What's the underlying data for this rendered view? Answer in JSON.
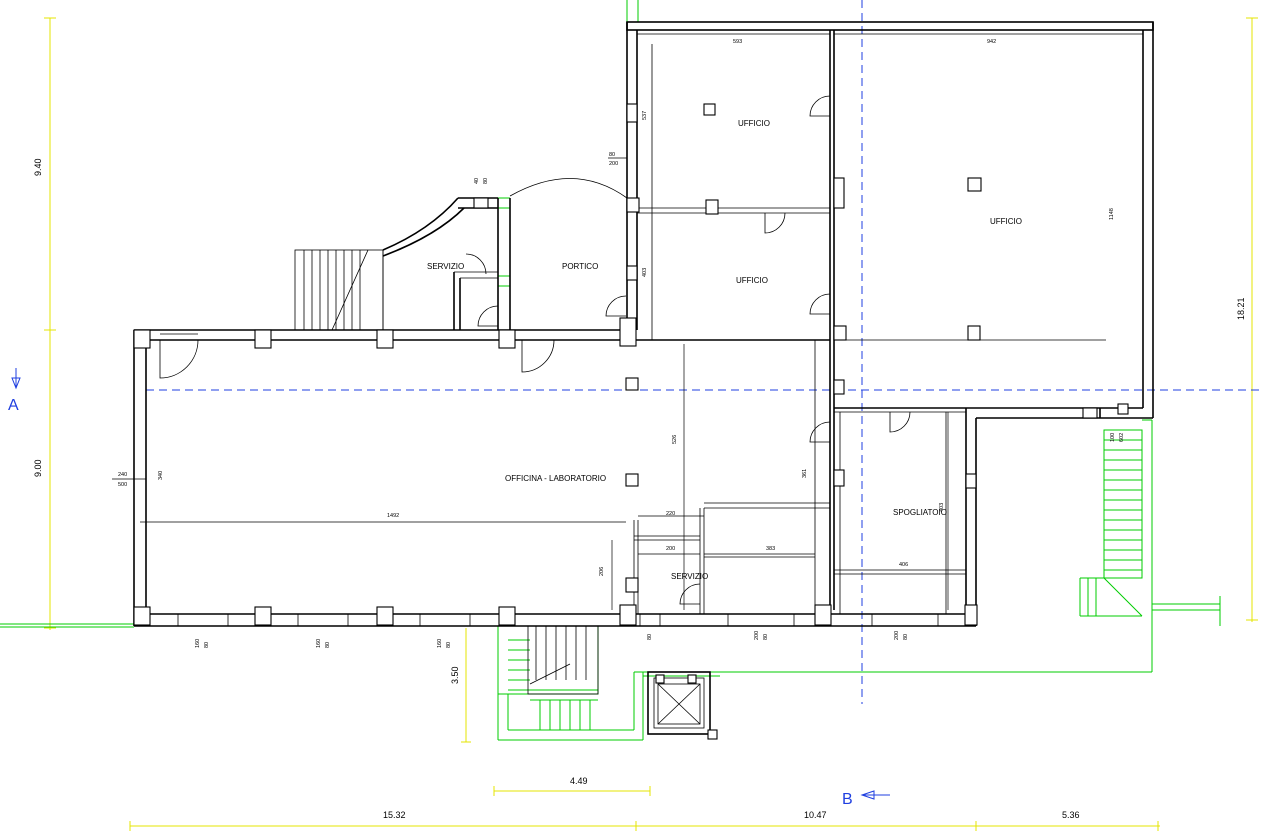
{
  "rooms": {
    "ufficio_1": "UFFICIO",
    "ufficio_2": "UFFICIO",
    "ufficio_3": "UFFICIO",
    "servizio_1": "SERVIZIO",
    "portico": "PORTICO",
    "officina": "OFFICINA - LABORATORIO",
    "servizio_2": "SERVIZIO",
    "spogliatoio": "SPOGLIATOIO"
  },
  "overall_dimensions": {
    "left_upper": "9.40",
    "left_lower": "9.00",
    "right": "18.21",
    "bottom_left": "15.32",
    "bottom_middle": "10.47",
    "bottom_right": "5.36",
    "ramp_width": "4.49",
    "ramp_height": "3.50"
  },
  "inner_dimensions": {
    "d593": "593",
    "d942": "942",
    "d537": "537",
    "d80": "80",
    "d200": "200",
    "d40": "40",
    "d80b": "80",
    "d403": "403",
    "d1148": "1148",
    "d240": "240",
    "d500": "500",
    "d340": "340",
    "d1492": "1492",
    "d220": "220",
    "d200b": "200",
    "d383": "383",
    "d206": "206",
    "d526": "526",
    "d361": "361",
    "d403b": "403",
    "d406": "406",
    "d100": "100",
    "d602": "602"
  },
  "window_labels": {
    "w1": "160",
    "w2": "80",
    "w3": "160",
    "w4": "80",
    "w5": "160",
    "w6": "80",
    "w7": "80",
    "w8": "200",
    "w9": "80",
    "w10": "200",
    "w11": "80"
  },
  "section_labels": {
    "a": "A",
    "b": "B"
  }
}
